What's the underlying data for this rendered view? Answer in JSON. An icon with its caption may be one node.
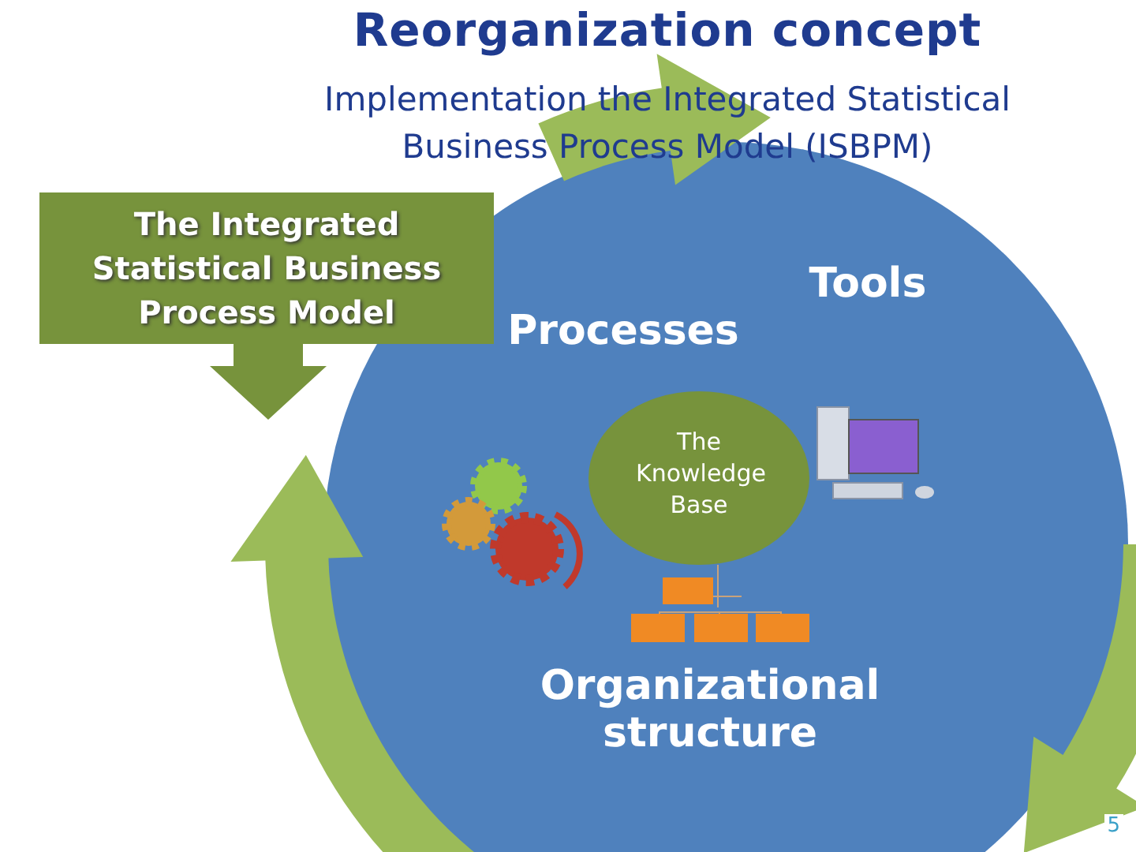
{
  "diagram": {
    "title": "Reorganization concept",
    "nodes": [
      {
        "text": [],
        "shape": "circle"
      },
      {
        "text": [
          "The Integrated Statistical Business Process Model"
        ]
      },
      {
        "text": [
          "Processes"
        ],
        "in": 0
      },
      {
        "text": [
          "Tools"
        ],
        "in": 0
      },
      {
        "text": [
          "The Knowledge Base"
        ],
        "in": 0
      },
      {
        "text": [
          "Organizational structure"
        ],
        "in": 0
      }
    ],
    "labels": [
      "Implementation the Integrated Statistical Business Process Model (ISBPM)",
      "5"
    ]
  }
}
